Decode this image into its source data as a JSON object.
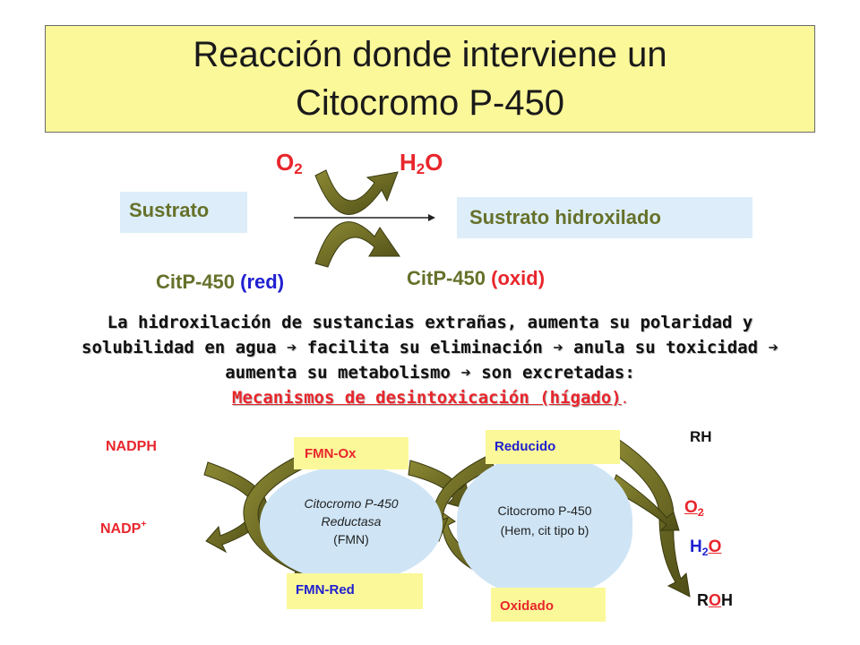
{
  "title": {
    "line1": "Reacción donde interviene un",
    "line2": "Citocromo P-450"
  },
  "top_reaction": {
    "o2": "O",
    "o2_sub": "2",
    "h2o_h": "H",
    "h2o_sub": "2",
    "h2o_o": "O",
    "sustrato": "Sustrato",
    "sustrato_hidroxilado": "Sustrato hidroxilado",
    "citp_red_prefix": "CitP-450 ",
    "citp_red_state": "(red)",
    "citp_oxid_prefix": "CitP-450 ",
    "citp_oxid_state": "(oxid)"
  },
  "explanation": {
    "line1": "La hidroxilación de sustancias extrañas, aumenta su polaridad y",
    "line2a": "solubilidad en agua ",
    "line2b": " facilita su eliminación ",
    "line2c": " anula su toxicidad ",
    "line3a": "aumenta su metabolismo ",
    "line3b": " son excretadas:",
    "line4": "Mecanismos de desintoxicación (hígado)",
    "line4_end": ".",
    "arrow": "➔"
  },
  "bottom_cycle": {
    "nadph": "NADPH",
    "nadp_base": "NADP",
    "nadp_sup": "+",
    "fmn_ox": "FMN-Ox",
    "fmn_red": "FMN-Red",
    "reductase_line1": "Citocromo P-450",
    "reductase_line2": "Reductasa",
    "reductase_line3": "(FMN)",
    "reducido": "Reducido",
    "oxidado": "Oxidado",
    "p450_line1": "Citocromo P-450",
    "p450_line2": "(Hem, cit tipo b)",
    "rh": "RH",
    "o2": "O",
    "o2_sub": "2",
    "h2o_h": "H",
    "h2o_sub": "2",
    "h2o_o": "O",
    "roh_r": "R",
    "roh_o": "O",
    "roh_h": "H"
  },
  "colors": {
    "title_bg": "#fbf89a",
    "box_blue": "#ddeefa",
    "box_yellow": "#fbf89a",
    "label_green": "#66712a",
    "accent_red": "#e8262c",
    "accent_blue": "#2020d0",
    "arrow_olive": "#6b6a22"
  }
}
